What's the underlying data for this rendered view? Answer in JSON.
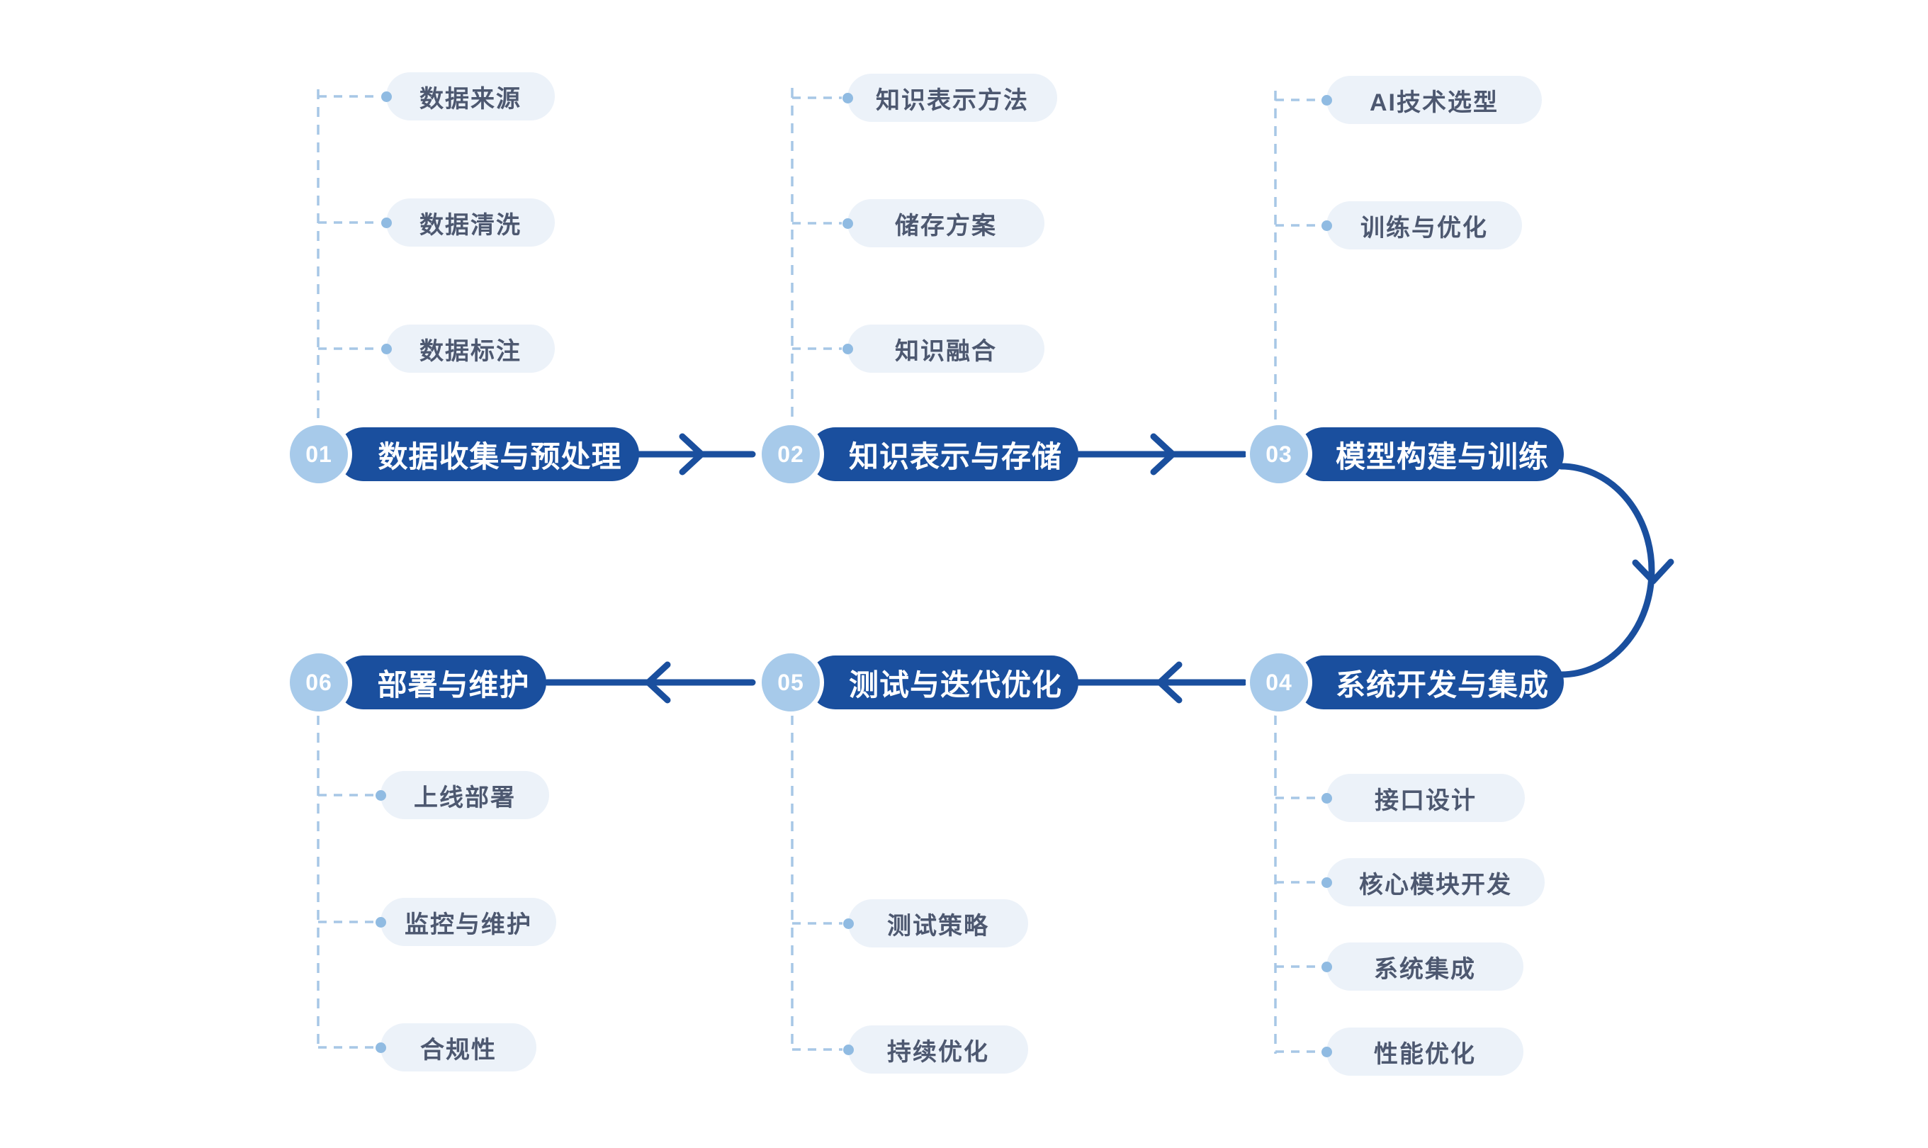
{
  "flow": {
    "stages": [
      {
        "number": "01",
        "title": "数据收集与预处理",
        "subitems": [
          "数据来源",
          "数据清洗",
          "数据标注"
        ]
      },
      {
        "number": "02",
        "title": "知识表示与存储",
        "subitems": [
          "知识表示方法",
          "储存方案",
          "知识融合"
        ]
      },
      {
        "number": "03",
        "title": "模型构建与训练",
        "subitems": [
          "AI技术选型",
          "训练与优化"
        ]
      },
      {
        "number": "04",
        "title": "系统开发与集成",
        "subitems": [
          "接口设计",
          "核心模块开发",
          "系统集成",
          "性能优化"
        ]
      },
      {
        "number": "05",
        "title": "测试与迭代优化",
        "subitems": [
          "测试策略",
          "持续优化"
        ]
      },
      {
        "number": "06",
        "title": "部署与维护",
        "subitems": [
          "上线部署",
          "监控与维护",
          "合规性"
        ]
      }
    ],
    "colors": {
      "stage_pill": "#1A4F9E",
      "stage_text": "#FFFFFF",
      "badge_fill": "#A7CAEA",
      "badge_ring": "#FFFFFF",
      "badge_text": "#FFFFFF",
      "arrow": "#1A4F9E",
      "sub_pill_bg": "#ECF2F9",
      "sub_pill_text": "#4D5870",
      "dashed_line": "#A7C7E6",
      "connector_dot": "#90BBE2",
      "background": "#FFFFFF"
    }
  }
}
